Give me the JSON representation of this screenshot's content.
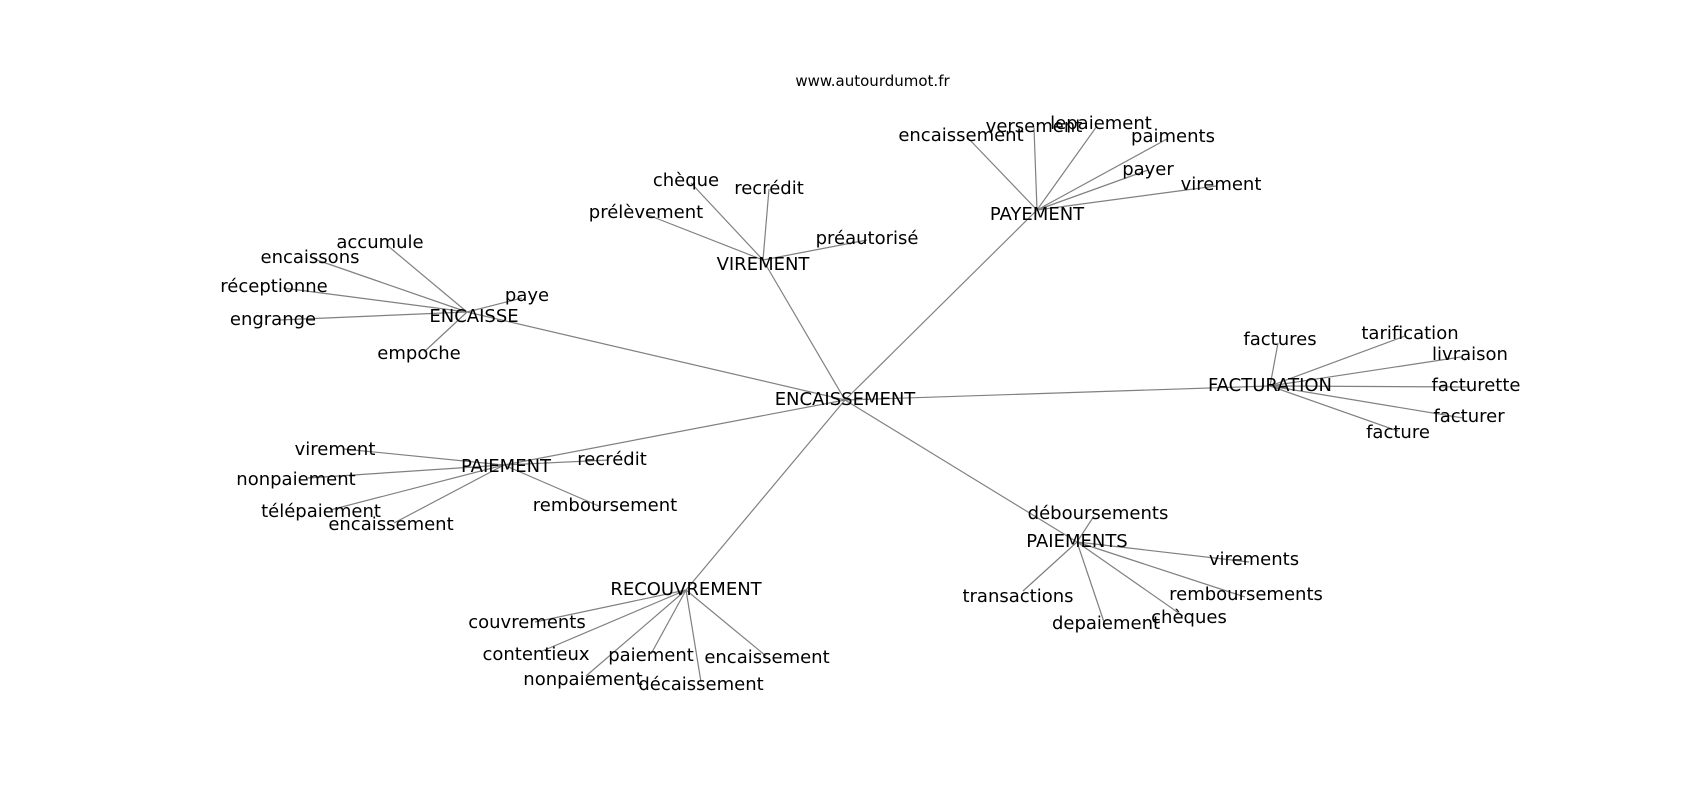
{
  "site": {
    "url": "www.autourdumot.fr"
  },
  "graph": {
    "center": "ENCAISSEMENT",
    "groups": [
      {
        "hub": "PAYEMENT",
        "leaves": [
          "encaissement",
          "versement",
          "lepaiement",
          "paiments",
          "payer",
          "virement"
        ]
      },
      {
        "hub": "VIREMENT",
        "leaves": [
          "chèque",
          "recrédit",
          "prélèvement",
          "préautorisé"
        ]
      },
      {
        "hub": "ENCAISSE",
        "leaves": [
          "accumule",
          "encaissons",
          "réceptionne",
          "engrange",
          "empoche",
          "paye"
        ]
      },
      {
        "hub": "FACTURATION",
        "leaves": [
          "factures",
          "tarification",
          "livraison",
          "facturette",
          "facturer",
          "facture"
        ]
      },
      {
        "hub": "PAIEMENT",
        "leaves": [
          "virement",
          "nonpaiement",
          "télépaiement",
          "encaissement",
          "recrédit",
          "remboursement"
        ]
      },
      {
        "hub": "PAIEMENTS",
        "leaves": [
          "débours­ements",
          "transactions",
          "depaiement",
          "chèques",
          "virements",
          "remboursements"
        ]
      },
      {
        "hub": "RECOUVREMENT",
        "leaves": [
          "couvrements",
          "contentieux",
          "nonpaiement",
          "paiement",
          "décaissement",
          "encaissement"
        ]
      }
    ]
  }
}
